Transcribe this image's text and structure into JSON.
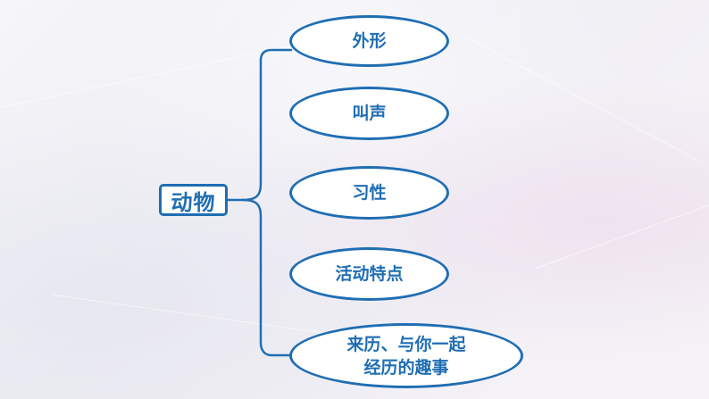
{
  "root": {
    "label": "动物"
  },
  "branches": [
    {
      "label": "外形"
    },
    {
      "label": "叫声"
    },
    {
      "label": "习性"
    },
    {
      "label": "活动特点"
    },
    {
      "label_line1": "来历、与你一起",
      "label_line2": "经历的趣事"
    }
  ],
  "colors": {
    "accent": "#1f6eb3",
    "node_fill": "#ffffff",
    "background": "#f1f0f5"
  }
}
